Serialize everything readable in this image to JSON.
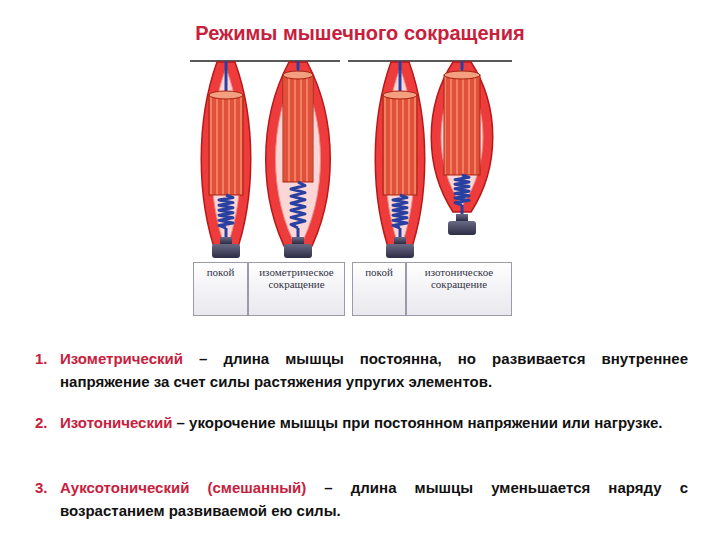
{
  "diagram": {
    "title": "Режимы мышечного сокращения",
    "nodes": [
      {
        "text": [
          "покой"
        ]
      },
      {
        "text": [
          "изометрическое сокращение"
        ]
      },
      {
        "text": [
          "покой"
        ]
      },
      {
        "text": [
          "изотоническое сокращение"
        ]
      }
    ],
    "labels": [
      "1.",
      "Изометрический",
      "– длина мышцы постоянна, но развивается внутреннее напряжение за счет силы растяжения упругих элементов.",
      "2.",
      "Изотонический",
      "– укорочение мышцы при постоянном напряжении или нагрузке.",
      "3.",
      "Ауксотонический (смешанный)",
      "– длина мышцы уменьшается наряду с возрастанием развиваемой ею силы."
    ]
  }
}
